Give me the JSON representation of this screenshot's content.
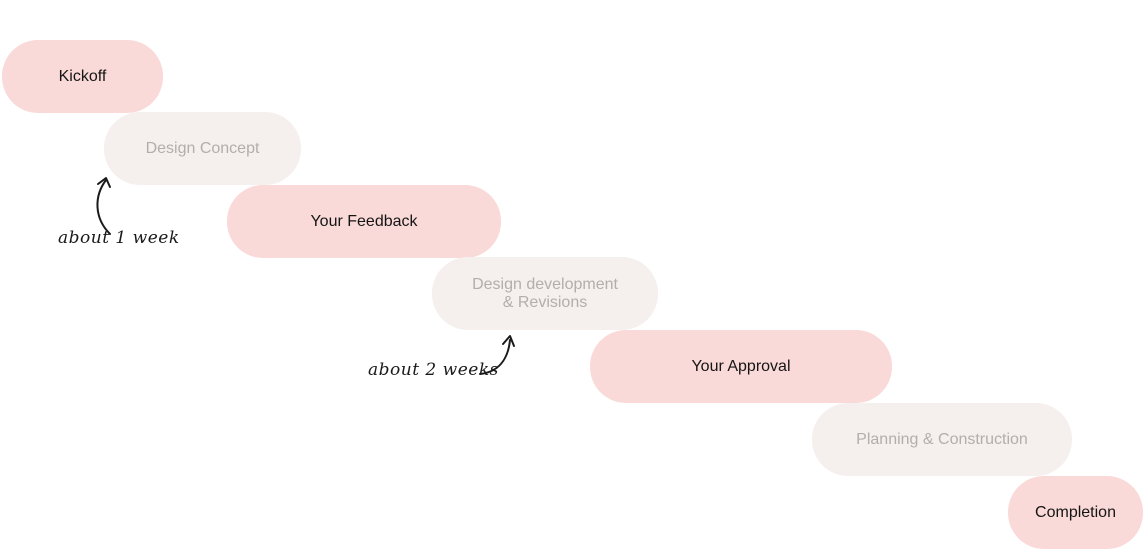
{
  "steps": [
    {
      "label": "Kickoff",
      "style": "key"
    },
    {
      "label": "Design Concept",
      "style": "soft"
    },
    {
      "label": "Your Feedback",
      "style": "key"
    },
    {
      "label": "Design development\n& Revisions",
      "style": "soft"
    },
    {
      "label": "Your Approval",
      "style": "key"
    },
    {
      "label": "Planning & Construction",
      "style": "soft"
    },
    {
      "label": "Completion",
      "style": "key"
    }
  ],
  "annotations": [
    {
      "text": "about 1 week"
    },
    {
      "text": "about 2 weeks"
    }
  ],
  "colors": {
    "key_step_fill": "#f9dad8",
    "soft_step_fill": "#f5efee",
    "key_step_text": "#151515",
    "soft_step_text": "#b3adab",
    "annotation_ink": "#1a1a1a"
  }
}
